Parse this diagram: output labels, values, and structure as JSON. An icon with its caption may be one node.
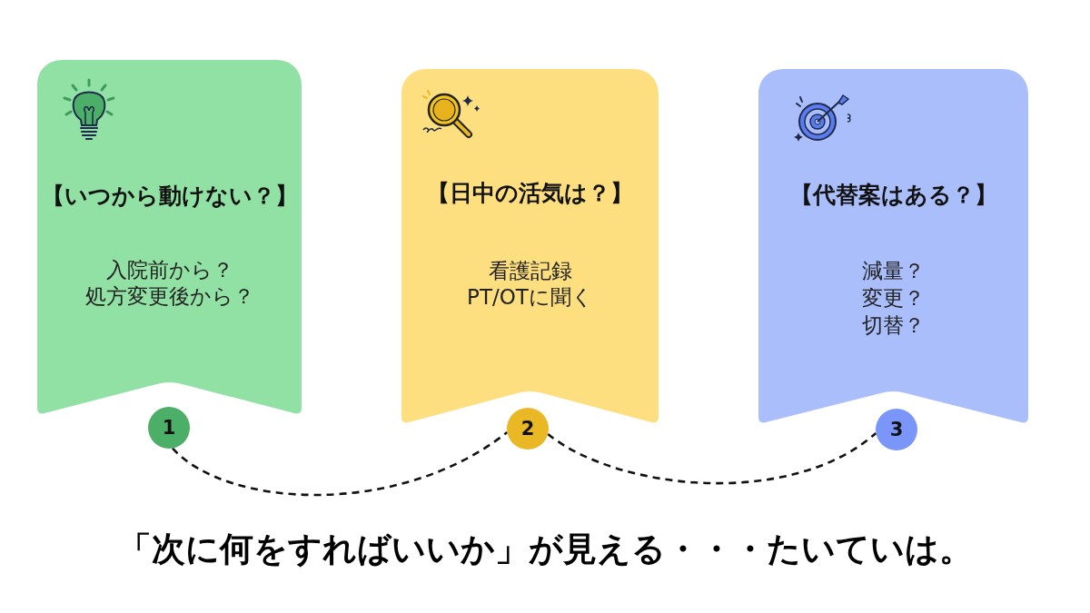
{
  "diagram": {
    "caption": "「次に何をすればいいか」が見える・・・たいていは。",
    "nodes": [
      {
        "text": [
          "【いつから動けない？】",
          "入院前から？",
          "処方変更後から？"
        ]
      },
      {
        "text": [
          "【日中の活気は？】",
          "看護記録",
          "PT/OTに聞く"
        ]
      },
      {
        "text": [
          "【代替案はある？】",
          "減量？",
          "変更？",
          "切替？"
        ]
      },
      {
        "text": [
          "1"
        ]
      },
      {
        "text": [
          "2"
        ]
      },
      {
        "text": [
          "3"
        ]
      }
    ],
    "edges": [
      {
        "from": 3,
        "to": 4,
        "arrow": "none",
        "style": "dashed"
      },
      {
        "from": 4,
        "to": 5,
        "arrow": "none",
        "style": "dashed"
      }
    ]
  }
}
